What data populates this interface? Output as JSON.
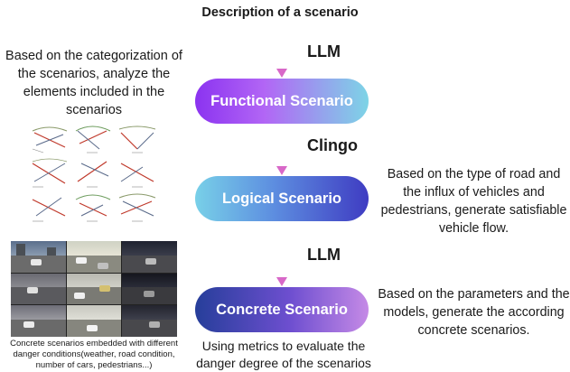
{
  "header": {
    "title": "Description of a scenario"
  },
  "steps": {
    "step1": "LLM",
    "step2": "Clingo",
    "step3": "LLM"
  },
  "nodes": {
    "functional": "Functional Scenario",
    "logical": "Logical Scenario",
    "concrete": "Concrete Scenario"
  },
  "annotations": {
    "left_description": "Based on the categorization of the scenarios, analyze the elements included in the scenarios",
    "logical_description": "Based on the type of road and the influx of vehicles and pedestrians, generate satisfiable vehicle flow.",
    "concrete_description": "Based on the parameters and the models, generate the according concrete scenarios.",
    "metrics_description": "Using metrics to evaluate the danger degree of the scenarios",
    "image_caption": "Concrete scenarios embedded with different danger conditions(weather, road condition, number of cars, pedestrians...)"
  },
  "colors": {
    "arrow_top": "#5a5fe0",
    "arrow_bottom": "#d868c8",
    "arrowhead": "#d868c8"
  },
  "images": {
    "road_diagrams": "road-topology-diagram-grid",
    "driving_scenes": "driving-scene-photo-grid"
  }
}
